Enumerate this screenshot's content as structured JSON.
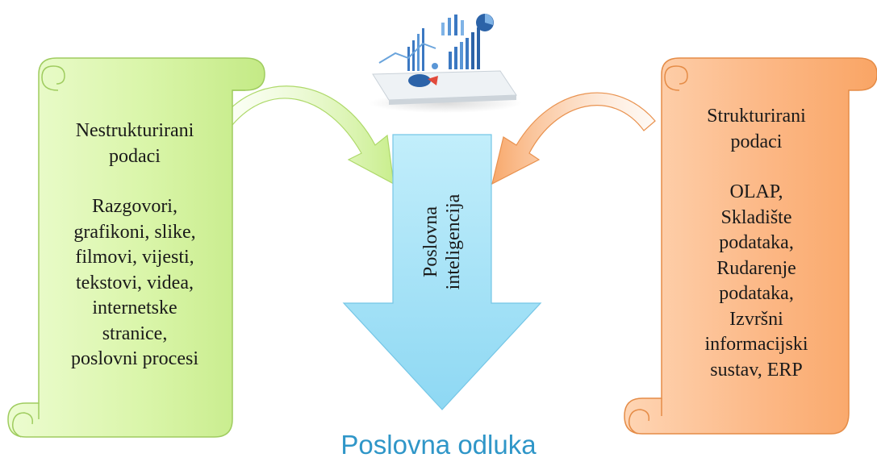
{
  "left_scroll": {
    "title_lines": [
      "Nestrukturirani",
      "podaci"
    ],
    "item_lines": [
      "Razgovori,",
      "grafikoni, slike,",
      "filmovi, vijesti,",
      "tekstovi, videa,",
      "internetske",
      "stranice,",
      "poslovni procesi"
    ]
  },
  "right_scroll": {
    "title_lines": [
      "Strukturirani",
      "podaci"
    ],
    "item_lines": [
      "OLAP,",
      "Skladište",
      "podataka,",
      "Rudarenje",
      "podataka,",
      "Izvršni",
      "informacijski",
      "sustav, ERP"
    ]
  },
  "center_arrow": {
    "label_lines": [
      "Poslovna",
      "inteligencija"
    ]
  },
  "decision": "Poslovna odluka",
  "colors": {
    "left_scroll": "#d9f5a8",
    "right_scroll": "#fcb886",
    "center_arrow": "#a6e5f7",
    "decision_text": "#2f96c8"
  }
}
